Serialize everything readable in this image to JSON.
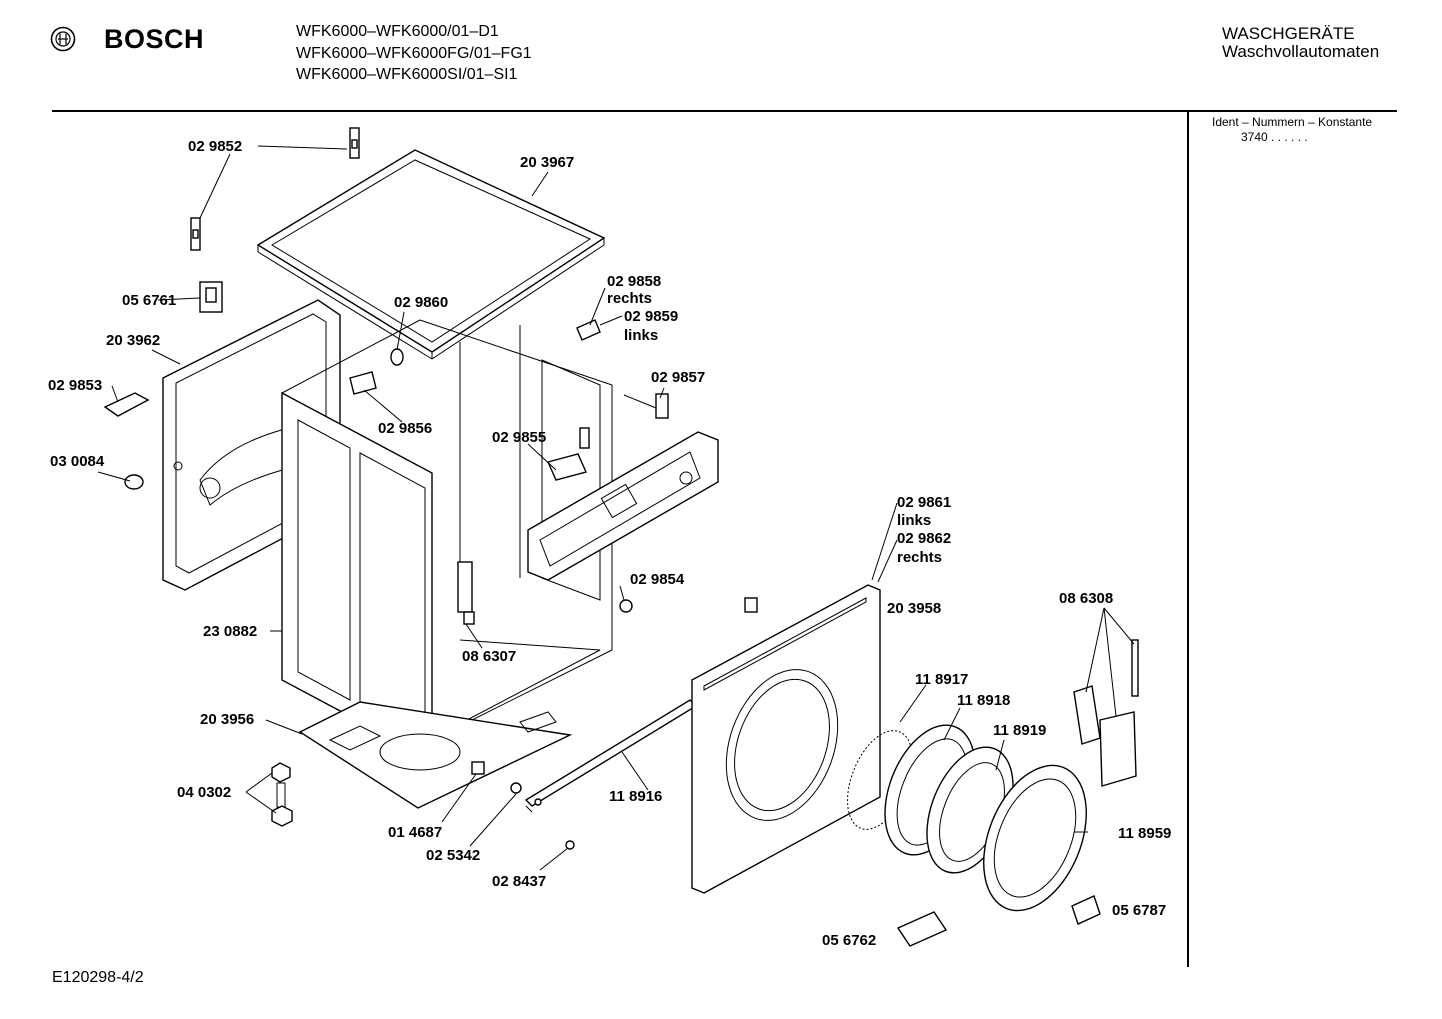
{
  "header": {
    "brand": "BOSCH",
    "models": [
      "WFK6000–WFK6000/01–D1",
      "WFK6000–WFK6000FG/01–FG1",
      "WFK6000–WFK6000SI/01–SI1"
    ],
    "category": "WASCHGERÄTE",
    "subcategory": "Waschvollautomaten"
  },
  "ident": {
    "label": "Ident – Nummern – Konstante",
    "value": "3740 . .   . . . ."
  },
  "parts": {
    "p029852": "02 9852",
    "p203967": "20 3967",
    "p056761": "05 6761",
    "p029860": "02 9860",
    "p029858": "02 9858",
    "rechts1": "rechts",
    "p029859": "02 9859",
    "links1": "links",
    "p203962": "20 3962",
    "p029853": "02 9853",
    "p029857": "02 9857",
    "p029856": "02 9856",
    "p029855": "02 9855",
    "p300084": "03 0084",
    "p029861": "02 9861",
    "links2": "links",
    "p029862": "02 9862",
    "rechts2": "rechts",
    "p029854": "02 9854",
    "p203958": "20 3958",
    "p086308": "08 6308",
    "p230882": "23 0882",
    "p086307": "08 6307",
    "p118917": "11 8917",
    "p118918": "11 8918",
    "p118919": "11 8919",
    "p203956": "20 3956",
    "p040302": "04 0302",
    "p118916": "11 8916",
    "p118959": "11 8959",
    "p014687": "01 4687",
    "p025342": "02 5342",
    "p028437": "02 8437",
    "p056787": "05 6787",
    "p056762": "05 6762"
  },
  "footer": "E120298-4/2"
}
